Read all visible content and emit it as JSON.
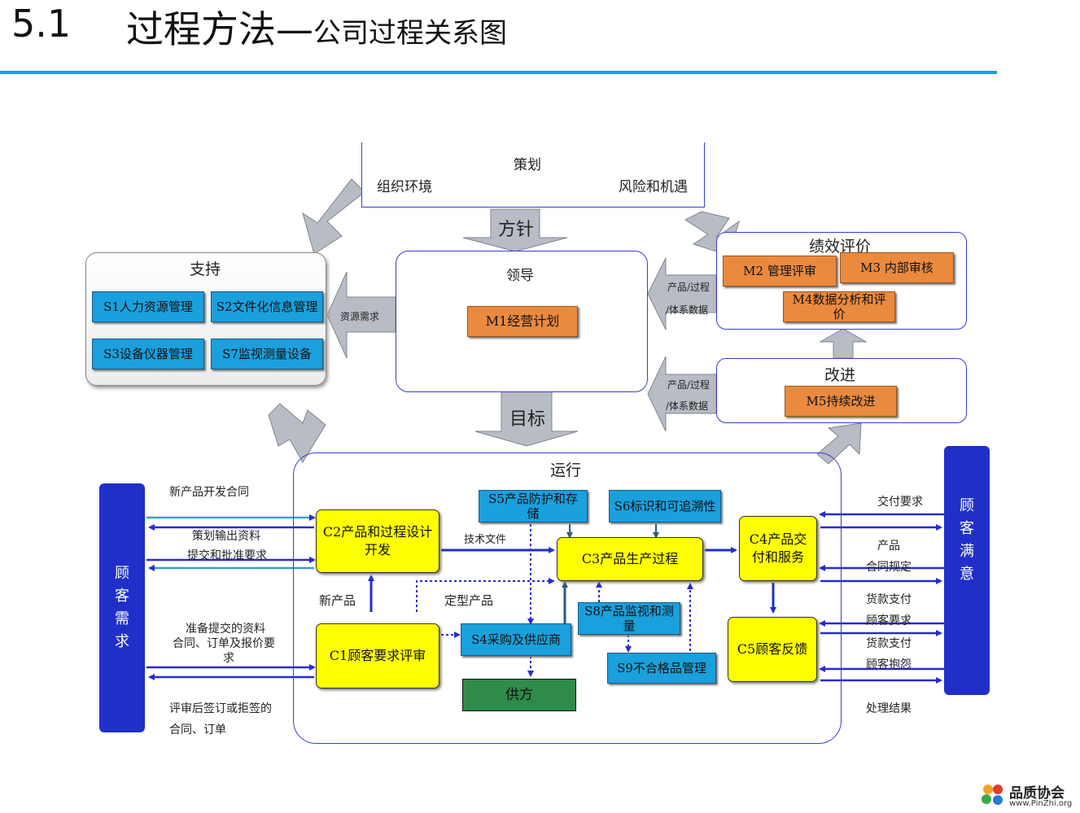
{
  "header": {
    "number": "5.1",
    "title_main": "过程方法",
    "title_dash": "—",
    "title_sub": "公司过程关系图"
  },
  "planning": {
    "title": "策划",
    "left": "组织环境",
    "right": "风险和机遇"
  },
  "arrows": {
    "policy": "方针",
    "goal": "目标",
    "resource": "资源需求",
    "product_process": "产品/过程",
    "system_data": "/体系数据"
  },
  "support": {
    "title": "支持",
    "s1": "S1人力资源管理",
    "s2": "S2文件化信息管理",
    "s3": "S3设备仪器管理",
    "s7": "S7监视测量设备"
  },
  "leadership": {
    "title": "领导",
    "m1": "M1经营计划"
  },
  "performance": {
    "title": "绩效评价",
    "m2": "M2 管理评审",
    "m3": "M3 内部审核",
    "m4": "M4数据分析和评价"
  },
  "improvement": {
    "title": "改进",
    "m5": "M5持续改进"
  },
  "operation": {
    "title": "运行",
    "c1": "C1顾客要求评审",
    "c2": "C2产品和过程设计开发",
    "c3": "C3产品生产过程",
    "c4": "C4产品交付和服务",
    "c5": "C5顾客反馈",
    "s4": "S4采购及供应商",
    "s5": "S5产品防护和存储",
    "s6": "S6标识和可追溯性",
    "s8": "S8产品监视和测量",
    "s9": "S9不合格品管理",
    "supplier": "供方",
    "tech_docs": "技术文件",
    "new_product": "新产品",
    "final_product": "定型产品"
  },
  "customer_needs": {
    "chars": [
      "顾",
      "客",
      "需",
      "求"
    ]
  },
  "customer_satisfaction": {
    "chars": [
      "顾",
      "客",
      "满",
      "意"
    ]
  },
  "left_labels": {
    "l1": "新产品开发合同",
    "l2": "策划输出资料",
    "l3": "提交和批准要求",
    "l4": "准备提交的资料",
    "l5": "合同、订单及报价要",
    "l6": "求",
    "l7": "评审后签订或拒签的",
    "l8": "合同、订单"
  },
  "right_labels": {
    "r1": "交付要求",
    "r2": "产品",
    "r3": "合同规定",
    "r4": "货款支付",
    "r5": "顾客要求",
    "r6": "货款支付",
    "r7": "顾客抱怨",
    "r8": "处理结果"
  },
  "logo": {
    "name": "品质协会",
    "url": "www.PinZhi.org"
  },
  "colors": {
    "accent": "#1ba1e2",
    "blue_box": "#1aa0dc",
    "orange_box": "#e98a3f",
    "yellow_box": "#ffff00",
    "navy": "#1f2fc8",
    "green": "#2e8b4a"
  }
}
